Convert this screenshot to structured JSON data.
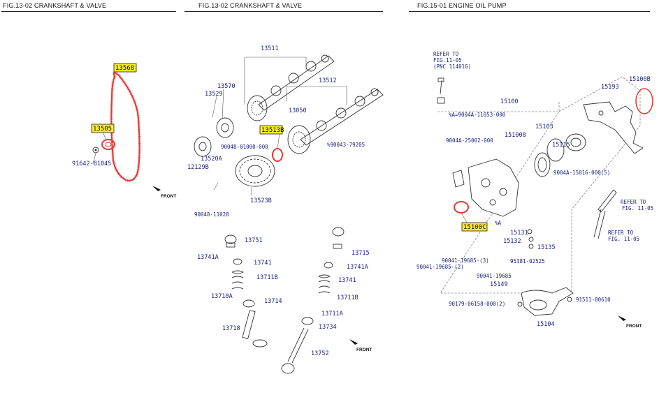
{
  "figures": [
    {
      "title": "FIG.13-02 CRANKSHAFT & VALVE"
    },
    {
      "title": "FIG.13-02 CRANKSHAFT & VALVE"
    },
    {
      "title": "FIG.15-01 ENGINE OIL PUMP"
    }
  ],
  "fig1": {
    "highlighted": [
      "13568",
      "13505"
    ],
    "parts": [
      "91642-81045"
    ],
    "front": "FRONT"
  },
  "fig2": {
    "highlighted": [
      "13513B"
    ],
    "parts": [
      "13511",
      "13512",
      "13570",
      "13529",
      "13050",
      "13520A",
      "13523B",
      "12129B",
      "90048-01000-000",
      "90048-11028",
      "%90043-79205"
    ],
    "valves": [
      "13751",
      "13741A",
      "13741",
      "13711B",
      "13710A",
      "13714",
      "13715",
      "13752",
      "13734"
    ],
    "front": "FRONT"
  },
  "fig3": {
    "highlighted": [
      "15100C"
    ],
    "refs": [
      {
        "line1": "REFER TO",
        "line2": "FIG.11-05",
        "line3": "(PNC 11401G)"
      },
      {
        "line1": "REFER TO",
        "line2": "FIG. 11-05"
      },
      {
        "line1": "REFER TO",
        "line2": "FIG. 11-05"
      }
    ],
    "parts": [
      "15100",
      "%A=9004A-11053-000",
      "151008",
      "9004A-25002-000",
      "15103",
      "15115",
      "9004A-15016-000(5)",
      "15193",
      "15100B",
      "%A",
      "15131",
      "15132",
      "15135",
      "95381-02525",
      "90041-19685-(3)",
      "90041-19685-(2)",
      "90041-19685",
      "15149",
      "90179-06158-000(2)",
      "91511-80610",
      "15104"
    ],
    "front": "FRONT"
  }
}
